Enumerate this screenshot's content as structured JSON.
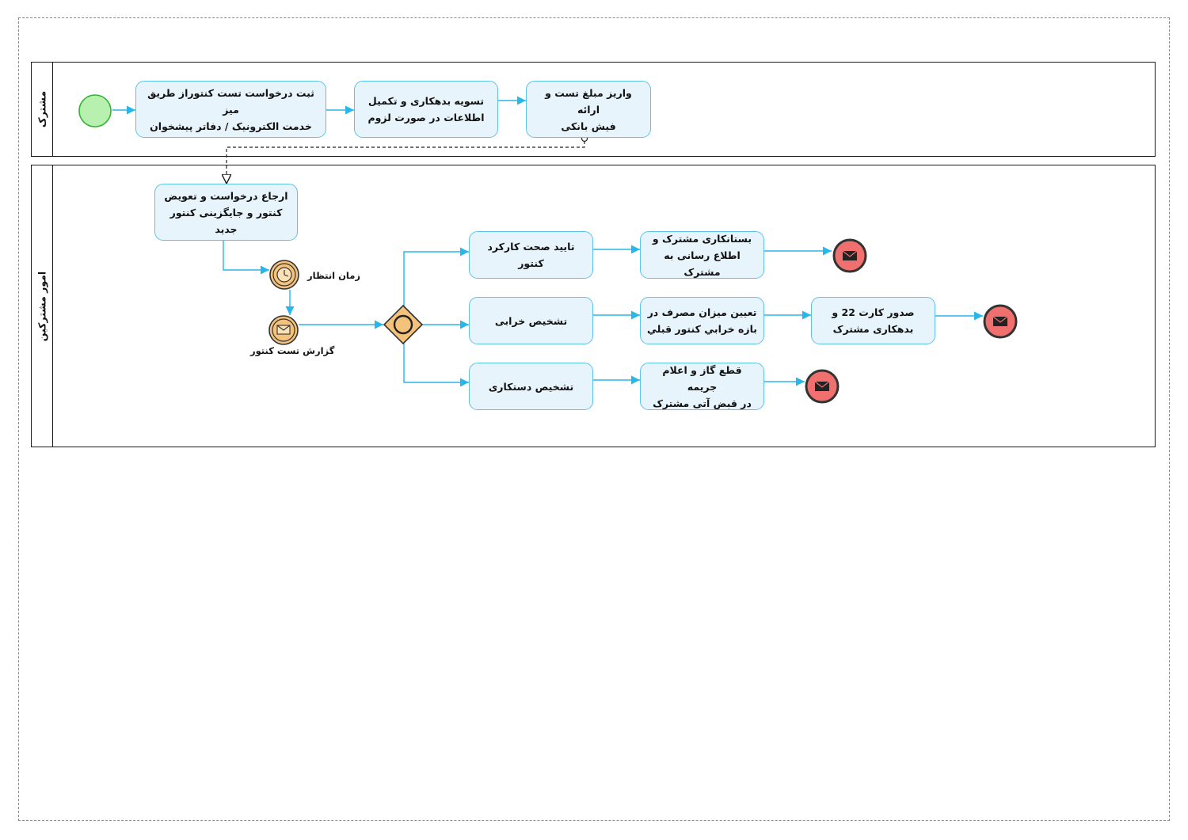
{
  "lanes": {
    "customer": "مشترک",
    "services": "امور مشترکین"
  },
  "tasks": {
    "t1": [
      "ثبت درخواست تست کنتوراز طریق میز",
      "خدمت الکترونیک / دفاتر پیشخوان"
    ],
    "t2": [
      "تسویه بدهکاری و تکمیل",
      "اطلاعات در صورت لزوم"
    ],
    "t3": [
      "واریز مبلغ تست و ارائه",
      "فیش بانکی"
    ],
    "t4": [
      "ارجاع درخواست و تعویض",
      "کنتور و جایگزینی کنتور جدید"
    ],
    "t5": [
      "تایید صحت کارکرد کنتور"
    ],
    "t6": [
      "بستانکاری مشترک و",
      "اطلاع رسانی به مشترک"
    ],
    "t7": [
      "تشخیص خرابی"
    ],
    "t8": [
      "تعیین میزان مصرف در",
      "بازه خرابي کنتور قبلي"
    ],
    "t9": [
      "صدور کارت 22 و",
      "بدهکاری مشترک"
    ],
    "t10": [
      "تشخیص دستکاری"
    ],
    "t11": [
      "قطع گاز و اعلام جریمه",
      "در قبض آتی مشترک"
    ]
  },
  "events": {
    "timer_label": "زمان انتظار",
    "message_label": "گزارش تست کنتور"
  },
  "colors": {
    "task_border": "#5cc3e8",
    "task_fill": "#e8f4fb",
    "flow": "#29b6e8",
    "start_fill": "#b8f0b0",
    "start_border": "#2fb52f",
    "end_fill": "#f07070",
    "intermediate_fill": "#f4c27a",
    "gateway_fill": "#f4c27a"
  },
  "icons": [
    "timer-icon",
    "envelope-icon",
    "circle-gateway-icon"
  ]
}
